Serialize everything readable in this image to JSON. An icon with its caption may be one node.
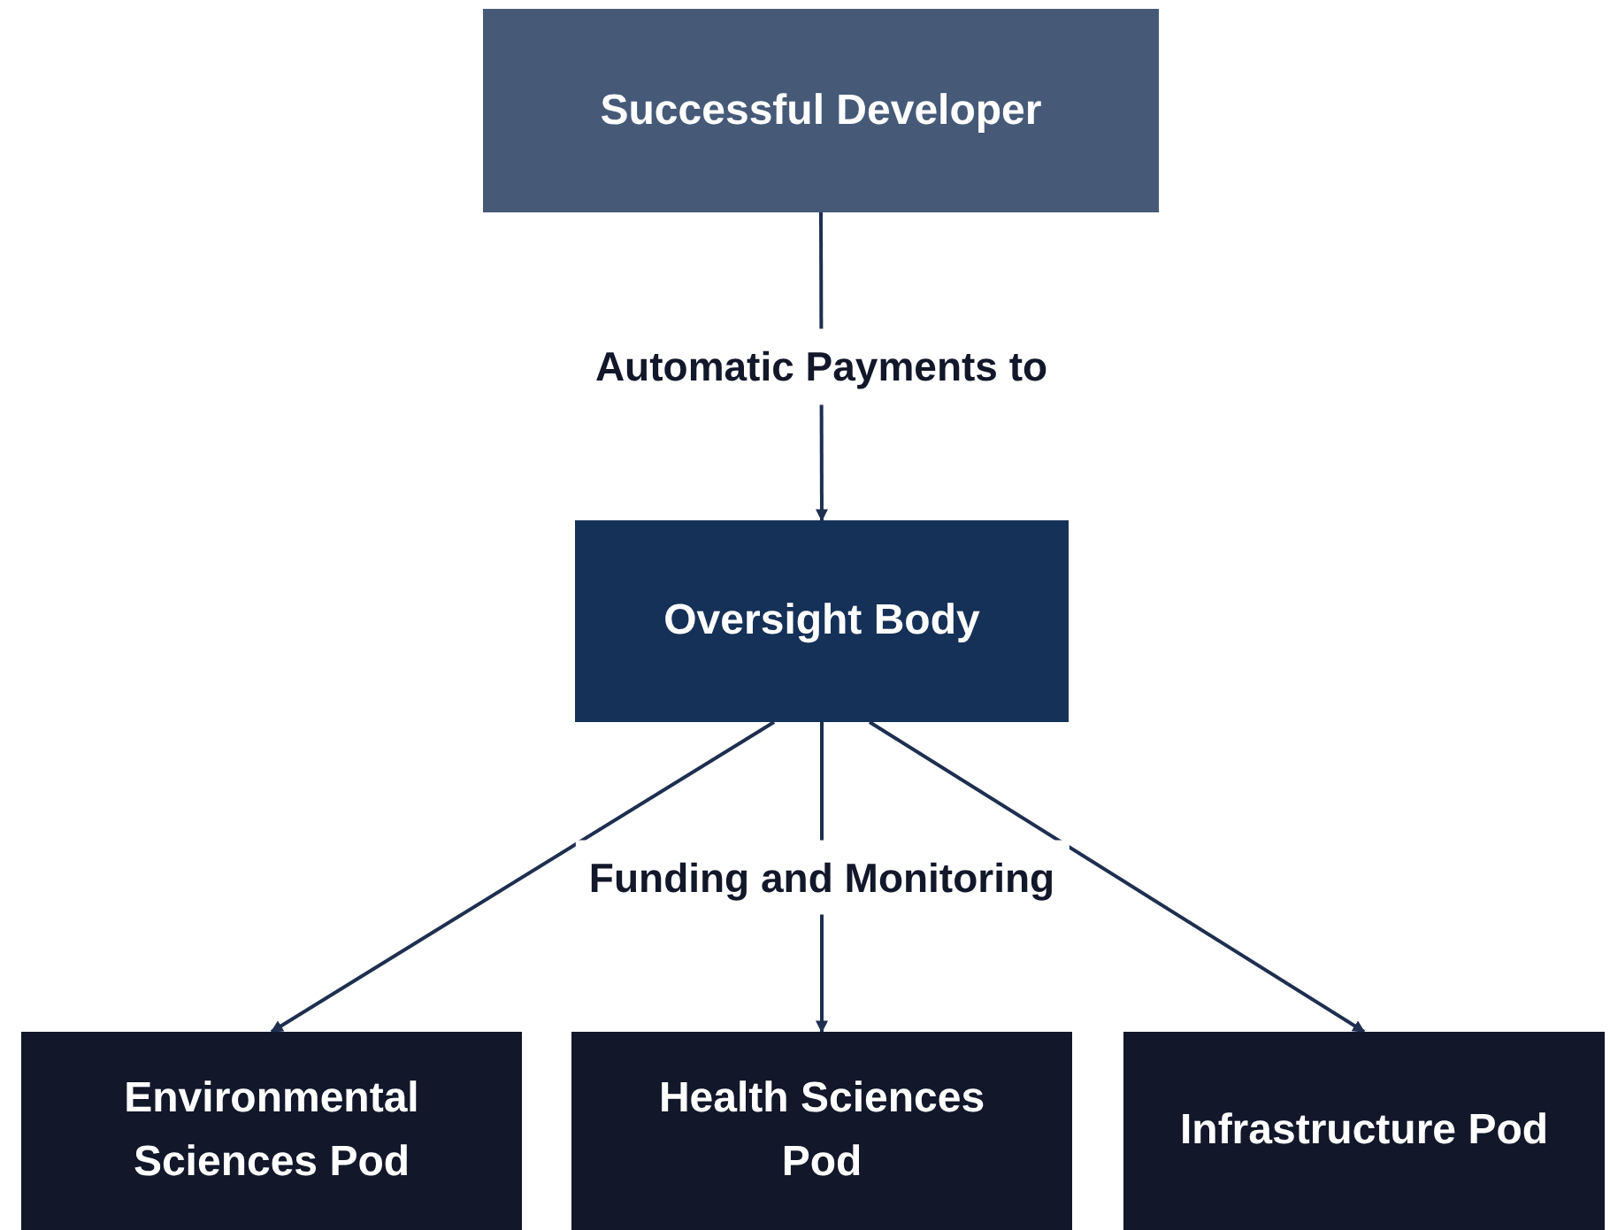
{
  "diagram": {
    "nodes": [
      {
        "text": [
          "Successful Developer"
        ]
      },
      {
        "text": [
          "Oversight Body"
        ]
      },
      {
        "text": [
          "Environmental Sciences Pod"
        ]
      },
      {
        "text": [
          "Health Sciences Pod"
        ]
      },
      {
        "text": [
          "Infrastructure Pod"
        ]
      }
    ],
    "edges": [
      {
        "from": 0,
        "to": 1,
        "arrow": "to",
        "label": "Automatic Payments to"
      },
      {
        "from": 1,
        "to": 2,
        "arrow": "to"
      },
      {
        "from": 1,
        "to": 3,
        "arrow": "to",
        "label": "Funding and Monitoring"
      },
      {
        "from": 1,
        "to": 4,
        "arrow": "to"
      }
    ]
  }
}
